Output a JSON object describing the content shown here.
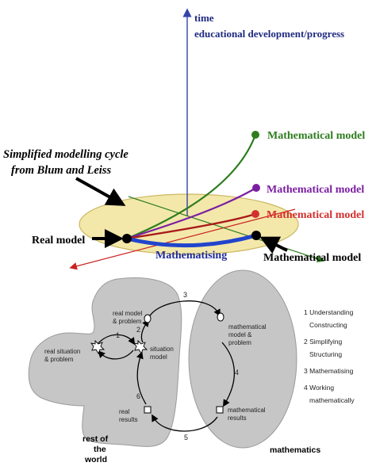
{
  "top_diagram": {
    "axis_label_line1": "time",
    "axis_label_line2": "educational development/progress",
    "annotation_line1": "Simplified modelling cycle",
    "annotation_line2": "from Blum and Leiss",
    "models": [
      {
        "label": "Mathematical model",
        "color": "#2e7d1f"
      },
      {
        "label": "Mathematical model",
        "color": "#7b1fa2"
      },
      {
        "label": "Mathematical model",
        "color": "#d32f2f"
      },
      {
        "label": "Mathematical model",
        "color": "#000000"
      }
    ],
    "real_model_label": "Real model",
    "mathematising_label": "Mathematising",
    "colors": {
      "time_axis": "#3344aa",
      "disk_fill": "#f3e7a6",
      "mathematising_arc": "#2244cc"
    }
  },
  "bottom_diagram": {
    "labels": {
      "real_model_l1": "real model",
      "real_model_l2": "& problem",
      "real_situation_l1": "real situation",
      "real_situation_l2": "& problem",
      "situation_model_l1": "situation",
      "situation_model_l2": "model",
      "real_results_l1": "real",
      "real_results_l2": "results",
      "math_model_l1": "mathematical",
      "math_model_l2": "model &",
      "math_model_l3": "problem",
      "math_results_l1": "mathematical",
      "math_results_l2": "results",
      "rest_l1": "rest  of",
      "rest_l2": "the",
      "rest_l3": "world",
      "mathematics": "mathematics"
    },
    "step_numbers": [
      "1",
      "2",
      "3",
      "4",
      "5",
      "6"
    ],
    "legend": [
      "1 Understanding",
      "Constructing",
      "2  Simplifying",
      "Structuring",
      "3  Mathematising",
      "4  Working",
      "mathematically"
    ],
    "colors": {
      "blob_fill": "#c6c6c6"
    }
  }
}
